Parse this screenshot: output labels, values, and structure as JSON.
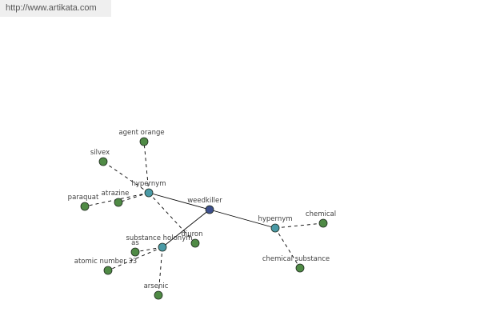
{
  "header": {
    "url": "http://www.artikata.com"
  },
  "colors": {
    "root": "#3d4f8c",
    "relation": "#4a9aa6",
    "leaf": "#4f8a45",
    "edge": "#000000"
  },
  "graph": {
    "root": {
      "id": "root",
      "label": "weedkiller"
    },
    "relations": [
      {
        "id": "hyp1",
        "label": "hypernym"
      },
      {
        "id": "hyp2",
        "label": "hypernym"
      },
      {
        "id": "hol",
        "label": "substance holonym"
      }
    ],
    "leaves": [
      {
        "id": "agent_orange",
        "label": "agent orange",
        "parent": "hyp1"
      },
      {
        "id": "silvex",
        "label": "silvex",
        "parent": "hyp1"
      },
      {
        "id": "paraquat",
        "label": "paraquat",
        "parent": "hyp1"
      },
      {
        "id": "atrazine",
        "label": "atrazine",
        "parent": "hyp1"
      },
      {
        "id": "diuron",
        "label": "diuron",
        "parent": "hyp1"
      },
      {
        "id": "chemical",
        "label": "chemical",
        "parent": "hyp2"
      },
      {
        "id": "chemical_substance",
        "label": "chemical substance",
        "parent": "hyp2"
      },
      {
        "id": "as",
        "label": "as",
        "parent": "hol"
      },
      {
        "id": "atomic_number_33",
        "label": "atomic number 33",
        "parent": "hol"
      },
      {
        "id": "arsenic",
        "label": "arsenic",
        "parent": "hol"
      }
    ]
  }
}
